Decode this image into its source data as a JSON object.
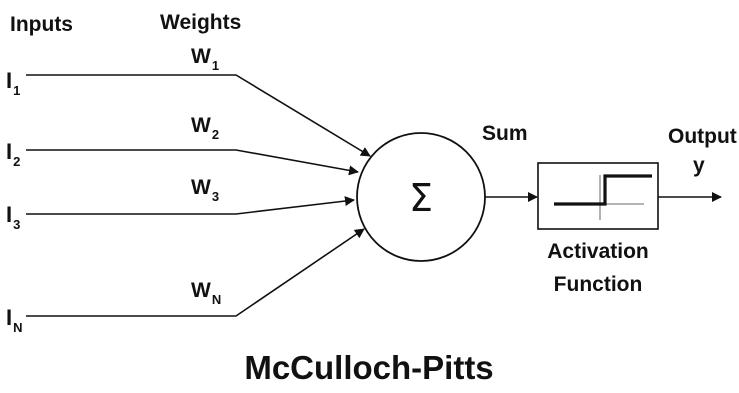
{
  "headers": {
    "inputs": "Inputs",
    "weights": "Weights",
    "sum": "Sum",
    "output": "Output",
    "output_symbol": "y"
  },
  "inputs": [
    {
      "letter": "I",
      "sub": "1"
    },
    {
      "letter": "I",
      "sub": "2"
    },
    {
      "letter": "I",
      "sub": "3"
    },
    {
      "letter": "I",
      "sub": "N"
    }
  ],
  "weights": [
    {
      "letter": "W",
      "sub": "1"
    },
    {
      "letter": "W",
      "sub": "2"
    },
    {
      "letter": "W",
      "sub": "3"
    },
    {
      "letter": "W",
      "sub": "N"
    }
  ],
  "summation_symbol": "Σ",
  "activation": {
    "line1": "Activation",
    "line2": "Function"
  },
  "title": "McCulloch-Pitts",
  "icons": {
    "summation": "summation-node",
    "activation": "step-function-icon"
  }
}
